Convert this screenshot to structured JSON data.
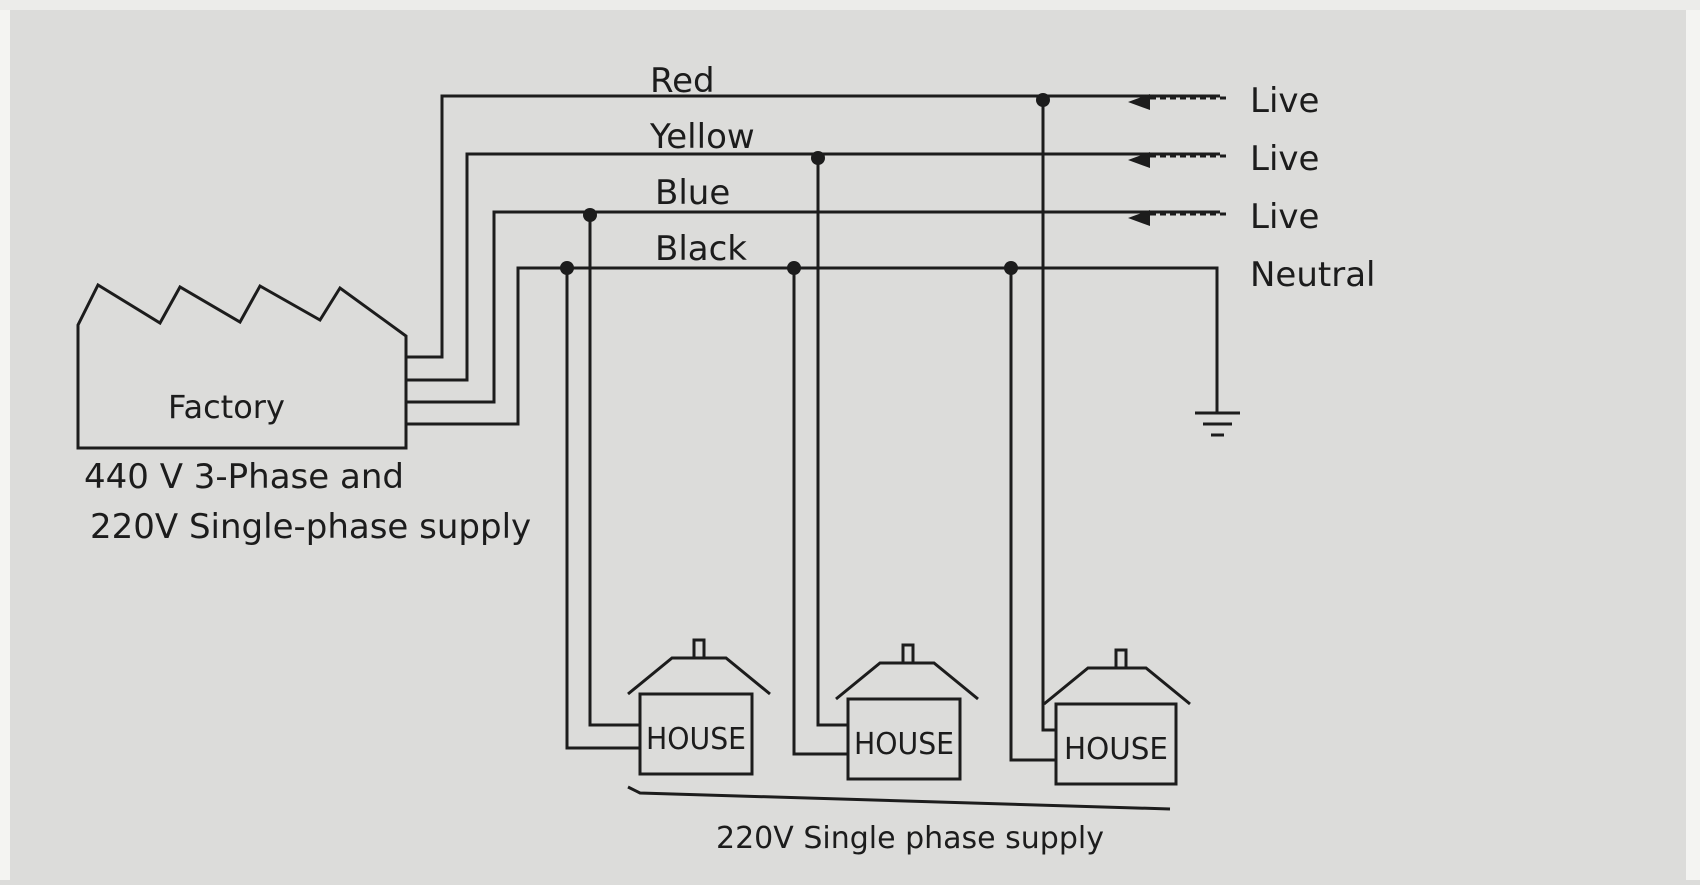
{
  "wires": {
    "red": "Red",
    "yellow": "Yellow",
    "blue": "Blue",
    "black": "Black"
  },
  "terminals": {
    "live_1": "Live",
    "live_2": "Live",
    "live_3": "Live",
    "neutral": "Neutral"
  },
  "factory": {
    "label": "Factory",
    "supply_line_1": "440 V 3-Phase and",
    "supply_line_2": "220V Single-phase supply"
  },
  "houses": [
    "HOUSE",
    "HOUSE",
    "HOUSE"
  ],
  "caption": "220V Single phase supply",
  "colors": {
    "paper": "#dcdcda",
    "ink": "#1c1c1c"
  },
  "icons": [
    "ground-icon",
    "arrow-icon",
    "house-icon",
    "factory-icon"
  ]
}
